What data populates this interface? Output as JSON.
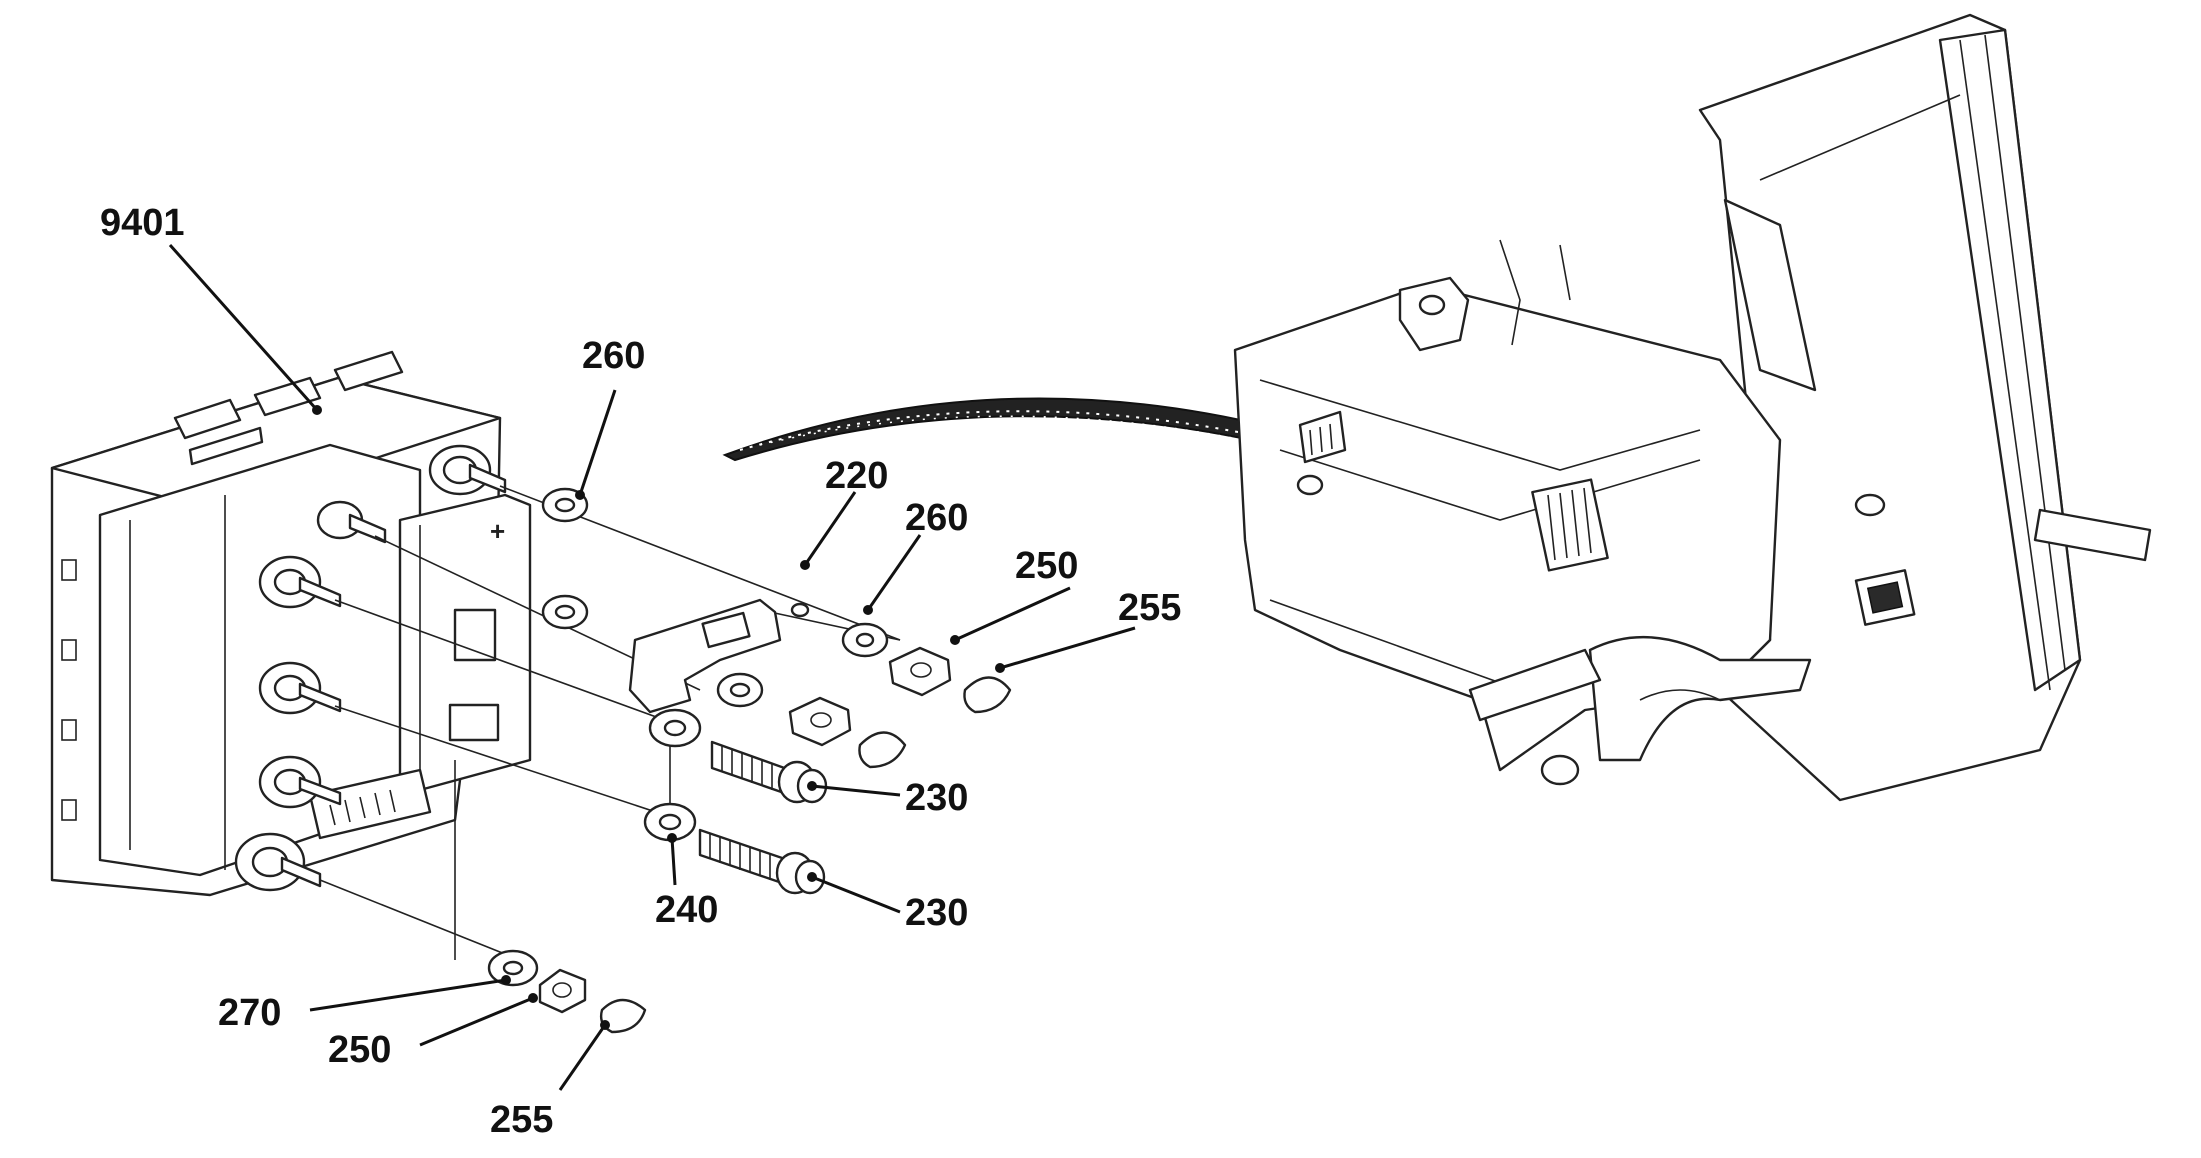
{
  "diagram": {
    "callouts": [
      {
        "id": "c-9401",
        "label": "9401"
      },
      {
        "id": "c-260a",
        "label": "260"
      },
      {
        "id": "c-220",
        "label": "220"
      },
      {
        "id": "c-260b",
        "label": "260"
      },
      {
        "id": "c-250a",
        "label": "250"
      },
      {
        "id": "c-255a",
        "label": "255"
      },
      {
        "id": "c-230a",
        "label": "230"
      },
      {
        "id": "c-240",
        "label": "240"
      },
      {
        "id": "c-230b",
        "label": "230"
      },
      {
        "id": "c-270",
        "label": "270"
      },
      {
        "id": "c-250b",
        "label": "250"
      },
      {
        "id": "c-255b",
        "label": "255"
      }
    ]
  }
}
